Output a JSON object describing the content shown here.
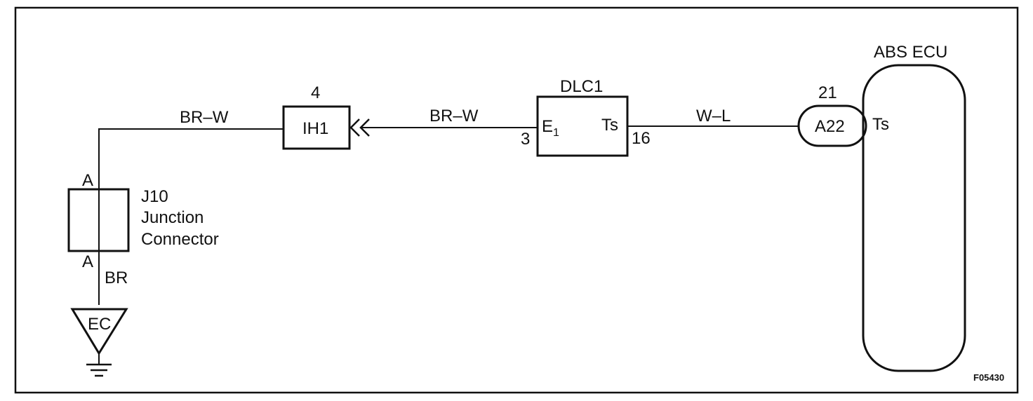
{
  "diagram": {
    "wires": {
      "j10_to_ih1": "BR–W",
      "ih1_to_dlc1": "BR–W",
      "dlc1_to_a22": "W–L",
      "j10_to_ground": "BR"
    },
    "connectors": {
      "ih1": {
        "label": "IH1",
        "pin": "4"
      },
      "dlc1": {
        "title": "DLC1",
        "terminal_left": "E",
        "terminal_left_sub": "1",
        "terminal_right": "Ts",
        "pin_left": "3",
        "pin_right": "16"
      },
      "a22": {
        "label": "A22",
        "pin": "21"
      }
    },
    "ecu": {
      "title": "ABS ECU",
      "terminal": "Ts"
    },
    "junction": {
      "pin_top": "A",
      "pin_bottom": "A",
      "name": "J10",
      "desc_line1": "Junction",
      "desc_line2": "Connector"
    },
    "ground": {
      "label": "EC"
    },
    "figure_code": "F05430"
  }
}
